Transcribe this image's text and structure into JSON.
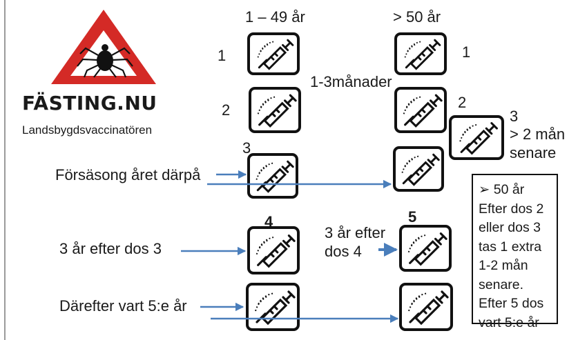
{
  "logo": {
    "title": "FÄSTING.NU",
    "subtitle": "Landsbygdsvaccinatören",
    "icon": "tick-warning-triangle-icon",
    "colors": {
      "triangle": "#d42a26",
      "tick": "#111111"
    }
  },
  "columns": {
    "left_header": "1 – 49 år",
    "right_header": "> 50 år"
  },
  "doses": {
    "left_1": "1",
    "right_1": "1",
    "left_2": "2",
    "right_2": "2",
    "interval": "1-3månader",
    "left_3": "3",
    "right_3": "3",
    "right_3_note_line1": "> 2 mån",
    "right_3_note_line2": "senare",
    "right_4": "4",
    "left_4": "4",
    "right_5": "5"
  },
  "rows": {
    "preseason": "Försäsong året därpå",
    "three_years": "3 år efter dos 3",
    "thereafter": "Därefter vart 5:e år",
    "three_years_dose4_line1": "3 år efter",
    "three_years_dose4_line2": "dos 4"
  },
  "note": {
    "bullet": "➢",
    "lines": [
      "50 år",
      "Efter dos 2",
      "eller dos 3",
      "tas 1 extra",
      "1-2 mån",
      "senare.",
      "Efter 5 dos",
      "vart 5:e år"
    ]
  },
  "icons": {
    "syringe": "syringe-icon"
  },
  "colors": {
    "arrow": "#4a7ebb",
    "border": "#111111"
  }
}
